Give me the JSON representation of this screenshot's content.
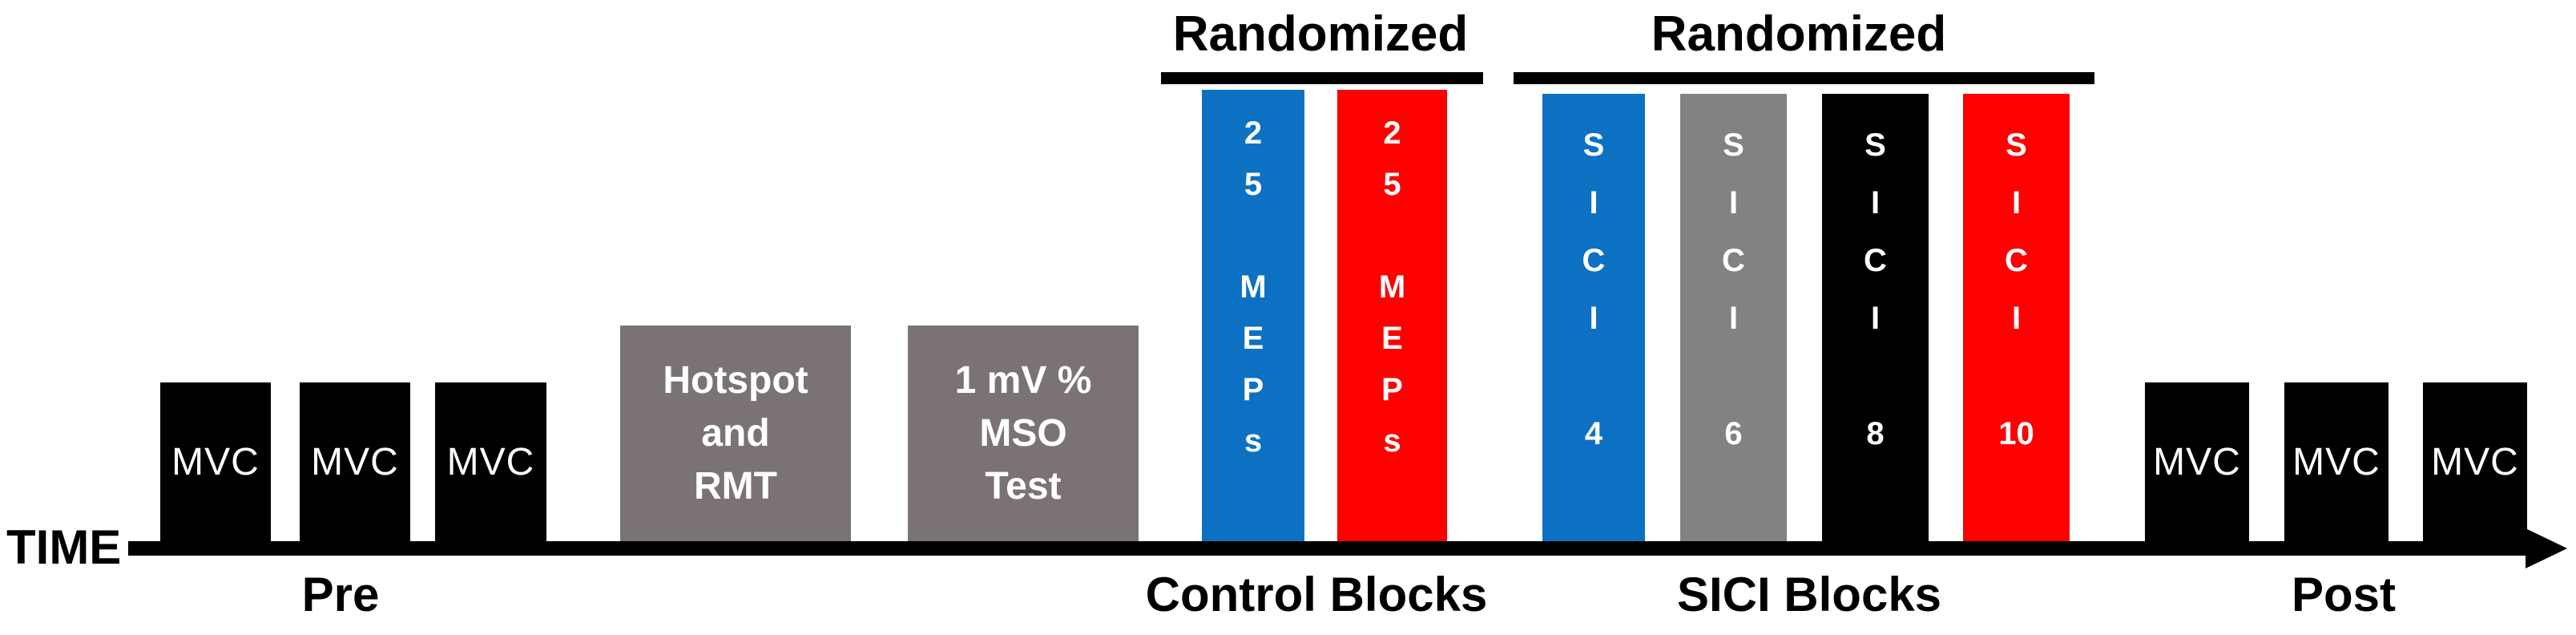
{
  "timeline": {
    "axis_label": "TIME"
  },
  "randomized_headers": {
    "control": "Randomized",
    "sici": "Randomized"
  },
  "phase_labels": {
    "pre": "Pre",
    "control": "Control Blocks",
    "sici": "SICI Blocks",
    "post": "Post"
  },
  "pre_mvc": [
    "MVC",
    "MVC",
    "MVC"
  ],
  "post_mvc": [
    "MVC",
    "MVC",
    "MVC"
  ],
  "setup_blocks": [
    {
      "text": "Hotspot\nand\nRMT",
      "color": "#7B7373"
    },
    {
      "text": "1 mV %\nMSO\nTest",
      "color": "#7B7373"
    }
  ],
  "control_blocks": [
    {
      "reading": "25 MEPs",
      "text": "2\n5\n\nM\nE\nP\ns",
      "color": "#0C71C3"
    },
    {
      "reading": "25 MEPs",
      "text": "2\n5\n\nM\nE\nP\ns",
      "color": "#FE0000"
    }
  ],
  "sici_blocks": [
    {
      "reading": "SICI 4",
      "text": "S\nI\nC\nI\n\n4",
      "color": "#0C71C3"
    },
    {
      "reading": "SICI 6",
      "text": "S\nI\nC\nI\n\n6",
      "color": "#828282"
    },
    {
      "reading": "SICI 8",
      "text": "S\nI\nC\nI\n\n8",
      "color": "#000000"
    },
    {
      "reading": "SICI 10",
      "text": "S\nI\nC\nI\n\n10",
      "color": "#FE0000"
    }
  ],
  "colors": {
    "black": "#000000",
    "warm_gray": "#7B7373",
    "neutral_gray": "#828282",
    "blue": "#0C71C3",
    "red": "#FE0000",
    "background": "#FFFFFF"
  }
}
